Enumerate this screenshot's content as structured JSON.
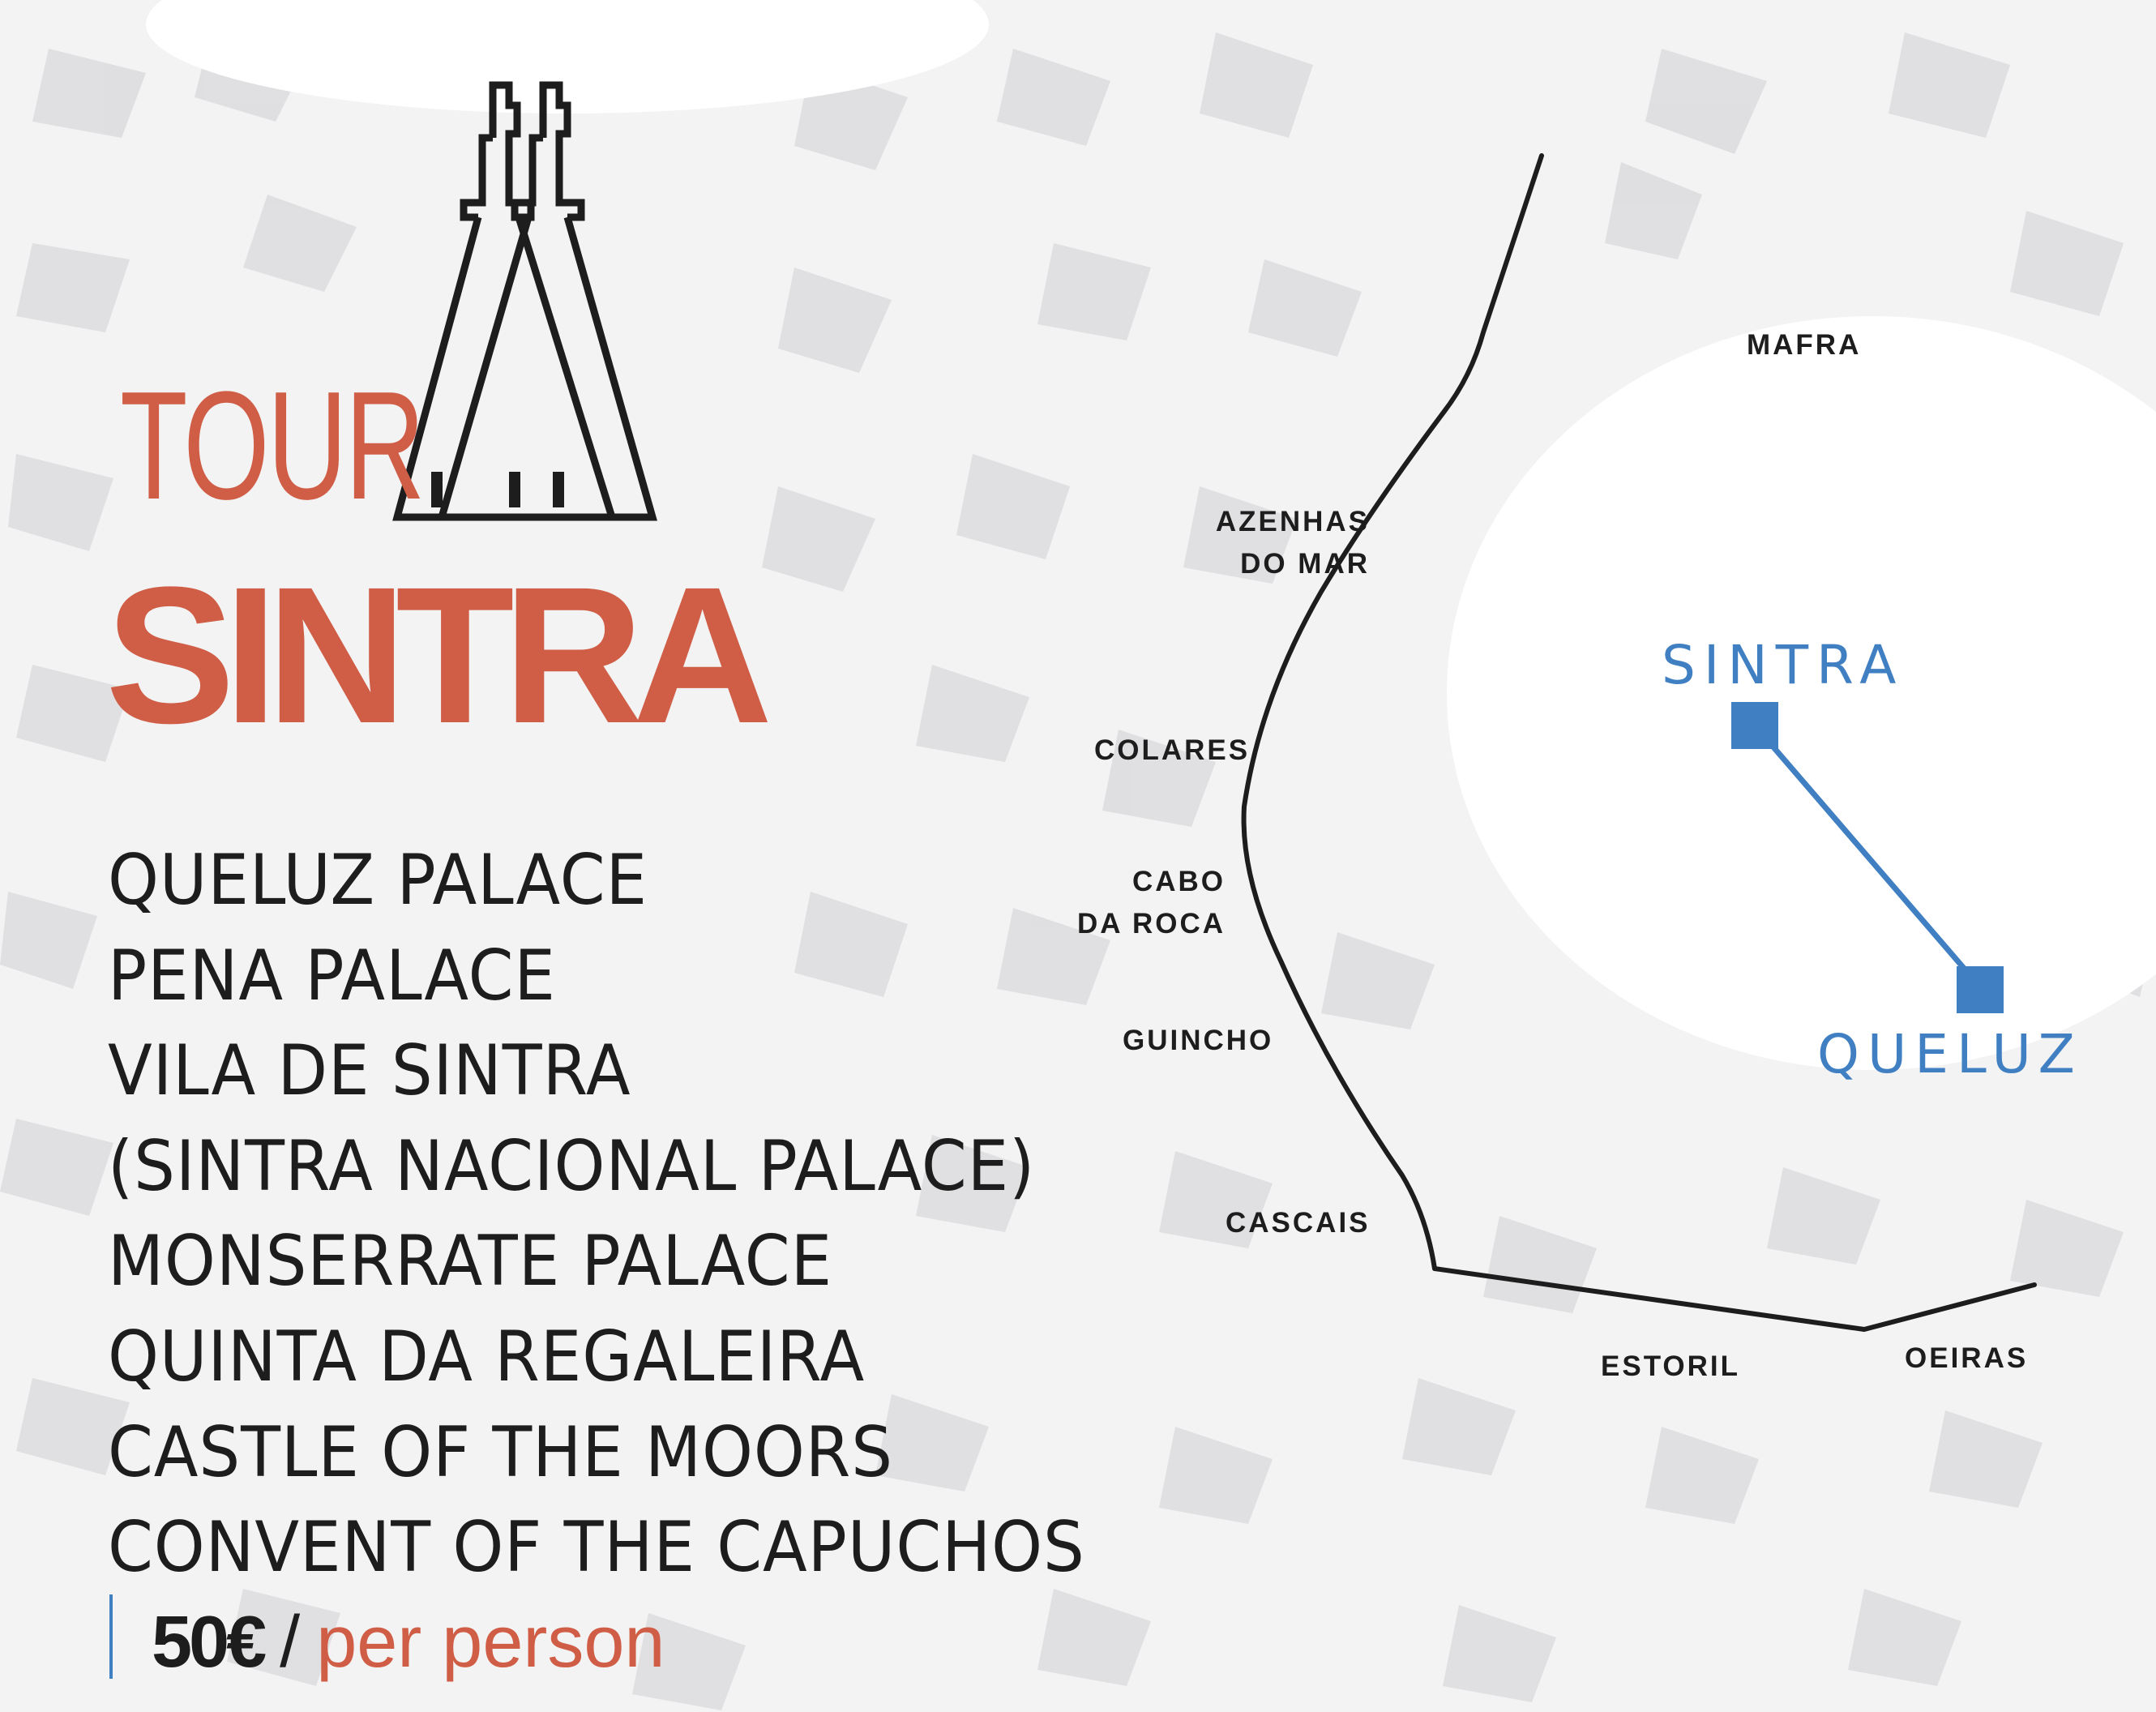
{
  "title": {
    "line1": "TOUR",
    "line2": "SINTRA"
  },
  "logo": {
    "icon": "sintra-palace-chimneys-icon"
  },
  "attractions": [
    "QUELUZ PALACE",
    "PENA PALACE",
    "VILA DE SINTRA",
    "(SINTRA NACIONAL PALACE)",
    "MONSERRATE PALACE",
    "QUINTA DA REGALEIRA",
    "CASTLE OF THE MOORS",
    "CONVENT OF THE CAPUCHOS"
  ],
  "price": {
    "amount": "50€",
    "separator": "/",
    "unit": "per person"
  },
  "map": {
    "places": {
      "mafra": "MAFRA",
      "azenhas_l1": "AZENHAS",
      "azenhas_l2": "DO MAR",
      "colares": "COLARES",
      "cabo_l1": "CABO",
      "cabo_l2": "DA ROCA",
      "guincho": "GUINCHO",
      "cascais": "CASCAIS",
      "estoril": "ESTORIL",
      "oeiras": "OEIRAS"
    },
    "route": {
      "start": "SINTRA",
      "end": "QUELUZ"
    }
  },
  "colors": {
    "accent_red": "#d05e46",
    "accent_blue": "#3f7fc2",
    "text_dark": "#1d1d1d"
  }
}
